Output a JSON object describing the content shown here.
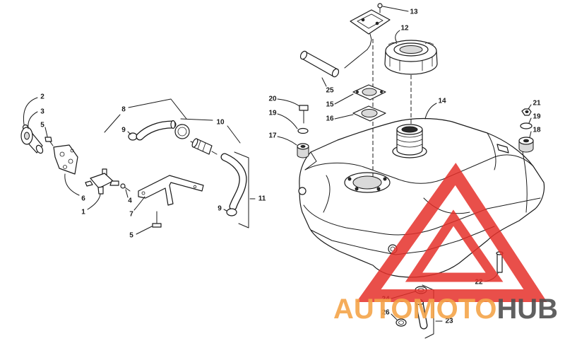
{
  "diagram": {
    "callouts": [
      "2",
      "3",
      "5",
      "8",
      "9",
      "10",
      "6",
      "4",
      "1",
      "7",
      "11",
      "9",
      "5",
      "13",
      "12",
      "25",
      "15",
      "16",
      "14",
      "20",
      "19",
      "17",
      "21",
      "19",
      "18",
      "22",
      "24",
      "26",
      "23"
    ]
  },
  "watermark": {
    "text_primary": "AUTOMOTO",
    "text_secondary": "HUB"
  },
  "colors": {
    "background": "#ffffff",
    "line_art": "#1a1a1a",
    "watermark_red": "#e5302a",
    "watermark_orange": "#f5a54a",
    "watermark_gray": "#4f4f4f"
  }
}
